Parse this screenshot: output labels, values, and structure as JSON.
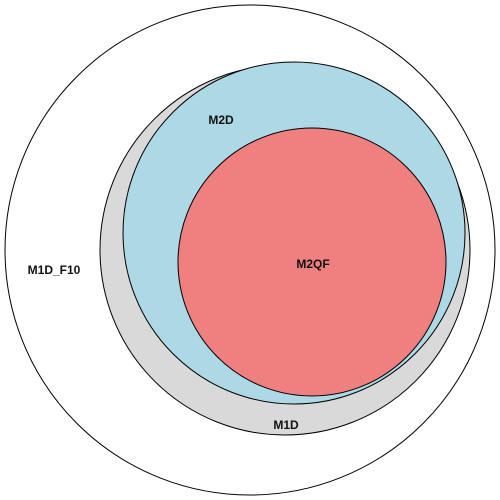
{
  "diagram": {
    "type": "euler",
    "sets": [
      {
        "id": "m1d_f10",
        "label": "M1D_F10",
        "fill": "#ffffff",
        "stroke": "#000000"
      },
      {
        "id": "m1d",
        "label": "M1D",
        "fill": "#d9d9d9",
        "stroke": "#000000"
      },
      {
        "id": "m2d",
        "label": "M2D",
        "fill": "#add8e6",
        "stroke": "#000000"
      },
      {
        "id": "m2qf",
        "label": "M2QF",
        "fill": "#f08080",
        "stroke": "#000000"
      }
    ],
    "containment": [
      [
        "m1d",
        "m1d_f10"
      ],
      [
        "m2d",
        "m1d"
      ],
      [
        "m2qf",
        "m2d"
      ]
    ]
  }
}
